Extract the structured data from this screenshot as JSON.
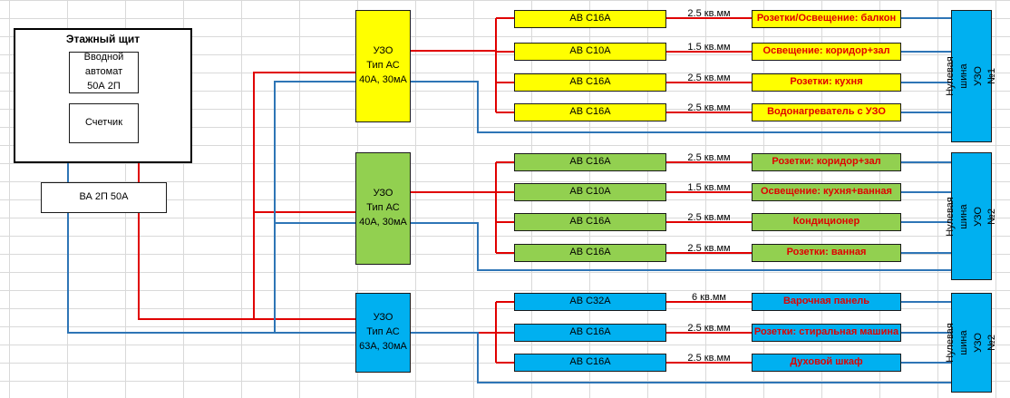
{
  "floor_panel": {
    "title": "Этажный щит",
    "main_breaker": "Вводной\nавтомат\n50А 2П",
    "meter": "Счетчик"
  },
  "main_switch": "ВА 2П 50А",
  "groups": [
    {
      "rcd": "УЗО\nТип АС\n40А, 30мА",
      "bus": "Нулевая шина УЗО\n№1",
      "circuits": [
        {
          "breaker": "АВ С16А",
          "cable": "2.5 кв.мм",
          "load": "Розетки/Освещение: балкон"
        },
        {
          "breaker": "АВ С10А",
          "cable": "1.5 кв.мм",
          "load": "Освещение: коридор+зал"
        },
        {
          "breaker": "АВ С16А",
          "cable": "2.5 кв.мм",
          "load": "Розетки: кухня"
        },
        {
          "breaker": "АВ С16А",
          "cable": "2.5 кв.мм",
          "load": "Водонагреватель с УЗО"
        }
      ]
    },
    {
      "rcd": "УЗО\nТип АС\n40А, 30мА",
      "bus": "Нулевая шина УЗО\n№2",
      "circuits": [
        {
          "breaker": "АВ С16А",
          "cable": "2.5 кв.мм",
          "load": "Розетки: коридор+зал"
        },
        {
          "breaker": "АВ С10А",
          "cable": "1.5 кв.мм",
          "load": "Освещение: кухня+ванная"
        },
        {
          "breaker": "АВ С16А",
          "cable": "2.5 кв.мм",
          "load": "Кондиционер"
        },
        {
          "breaker": "АВ С16А",
          "cable": "2.5 кв.мм",
          "load": "Розетки: ванная"
        }
      ]
    },
    {
      "rcd": "УЗО\nТип АС\n63А, 30мА",
      "bus": "Нулевая шина УЗО\n№2",
      "circuits": [
        {
          "breaker": "АВ С32А",
          "cable": "6 кв.мм",
          "load": "Варочная панель"
        },
        {
          "breaker": "АВ С16А",
          "cable": "2.5 кв.мм",
          "load": "Розетки: стиральная машина"
        },
        {
          "breaker": "АВ С16А",
          "cable": "2.5 кв.мм",
          "load": "Духовой шкаф"
        }
      ]
    }
  ],
  "colors": {
    "phase_wire": "#e00000",
    "neutral_wire": "#2e75b6",
    "group1": "#ffff00",
    "group2": "#92d050",
    "group3": "#00b0f0",
    "load_text": "#e00000"
  }
}
